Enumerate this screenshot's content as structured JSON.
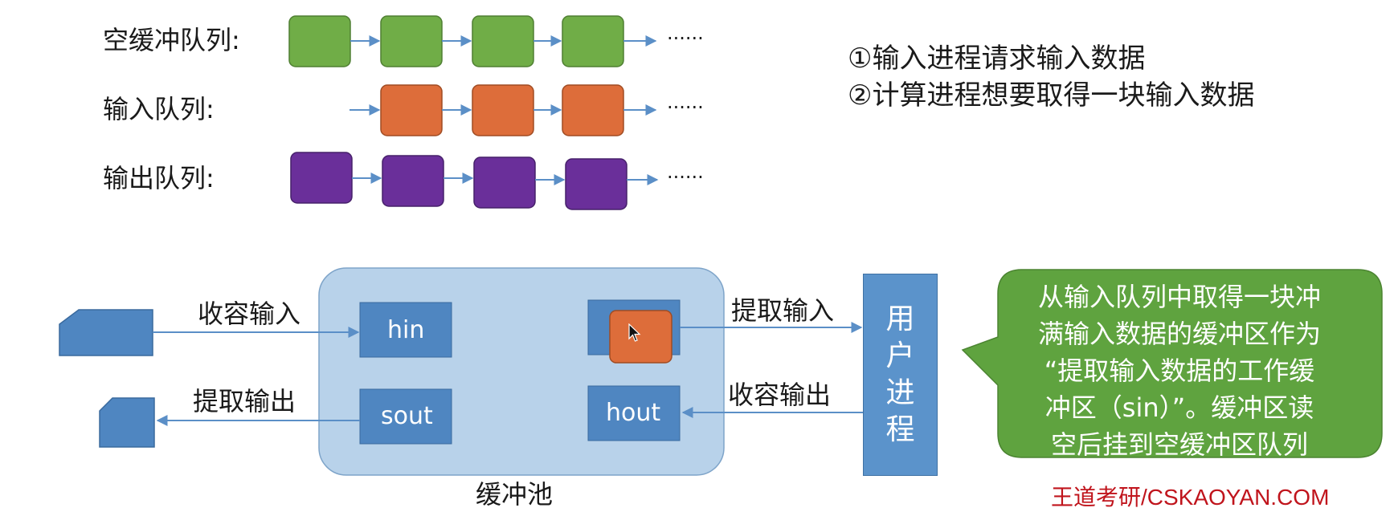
{
  "queues": [
    {
      "label": "空缓冲队列:",
      "color": "#70ad47",
      "tail": "······"
    },
    {
      "label": "输入队列:",
      "color": "#dd6d3a",
      "tail": "······"
    },
    {
      "label": "输出队列:",
      "color": "#6a2f9a",
      "tail": "······"
    }
  ],
  "steps": [
    "①输入进程请求输入数据",
    "②计算进程想要取得一块输入数据"
  ],
  "buffers": {
    "hin": "hin",
    "sout": "sout",
    "hout": "hout"
  },
  "flows": {
    "collect_input": "收容输入",
    "extract_output": "提取输出",
    "extract_input": "提取输入",
    "collect_output": "收容输出"
  },
  "pool_label": "缓冲池",
  "user_process": [
    "用",
    "户",
    "进",
    "程"
  ],
  "callout_lines": [
    "从输入队列中取得一块冲",
    "满输入数据的缓冲区作为",
    "“提取输入数据的工作缓",
    "冲区（sin）”。缓冲区读",
    "空后挂到空缓冲区队列"
  ],
  "watermark": "王道考研/CSKAOYAN.COM",
  "colors": {
    "green_block": "#70ad47",
    "orange_block": "#dd6d3a",
    "purple_block": "#6a2f9a",
    "buffer_blue": "#4f86c1",
    "pool_fill": "#b8d2ea",
    "callout_green": "#5fa33f",
    "arrow": "#5b8fc7"
  },
  "icons": [
    "pointer-cursor-icon"
  ]
}
